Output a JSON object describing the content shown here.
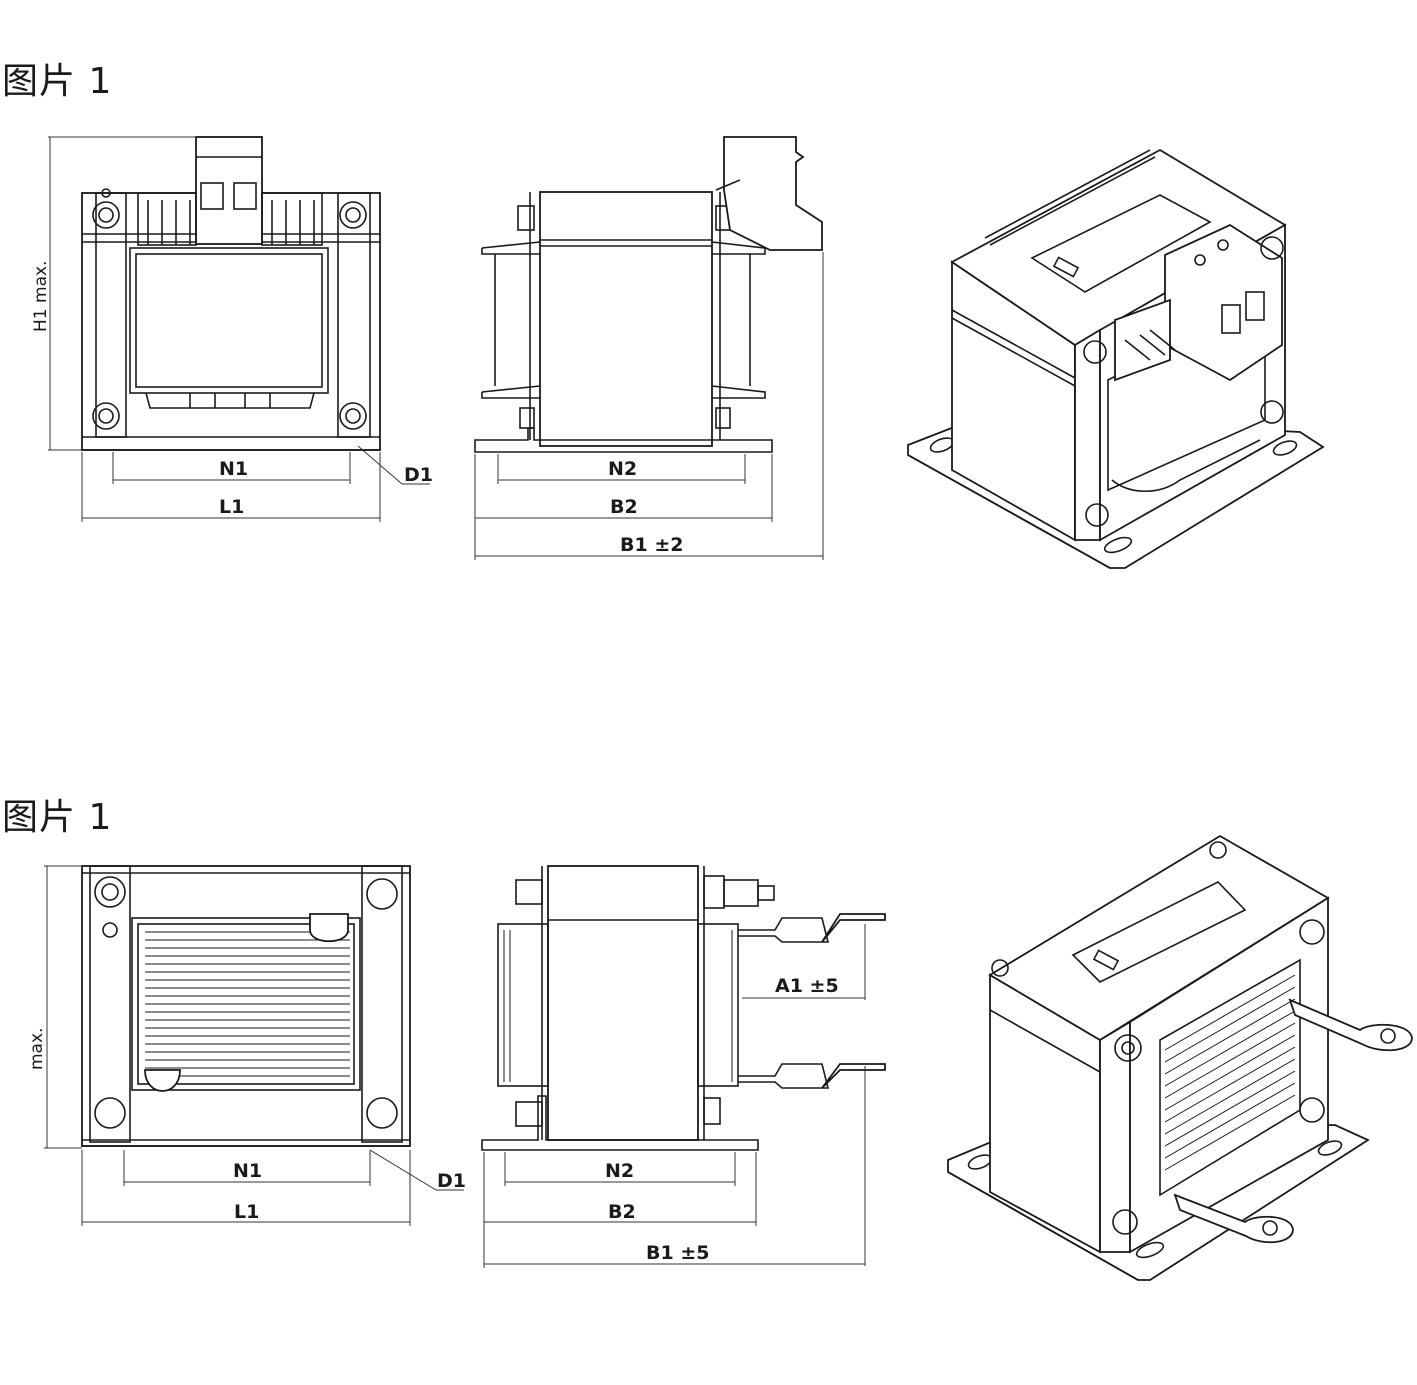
{
  "figures": [
    {
      "title": "图片 1",
      "labels": {
        "height": "H1 max.",
        "n1": "N1",
        "l1": "L1",
        "d1": "D1",
        "n2": "N2",
        "b2": "B2",
        "b1": "B1 ±2"
      }
    },
    {
      "title": "图片  1",
      "labels": {
        "height": "max.",
        "n1": "N1",
        "l1": "L1",
        "d1": "D1",
        "n2": "N2",
        "b2": "B2",
        "b1": "B1 ±5",
        "a1": "A1 ±5"
      }
    }
  ]
}
